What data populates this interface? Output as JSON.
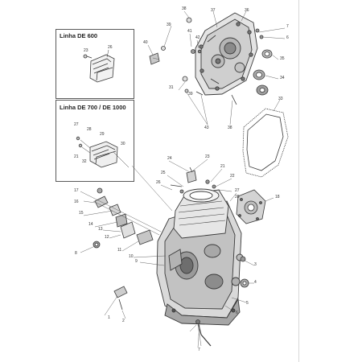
{
  "insets": [
    {
      "title": "Linha DE 600",
      "callouts": [
        "23",
        "26"
      ]
    },
    {
      "title": "Linha DE 700 / DE 1000",
      "callouts": [
        "27",
        "28",
        "29",
        "30",
        "21",
        "32"
      ]
    }
  ],
  "callouts": {
    "top_cover": [
      "38",
      "37",
      "36",
      "39",
      "41",
      "42",
      "40",
      "7",
      "6",
      "35",
      "34",
      "33",
      "31",
      "43",
      "38",
      "39"
    ],
    "engine_block": [
      "24",
      "23",
      "22",
      "21",
      "25",
      "26",
      "27",
      "28",
      "18",
      "17",
      "16",
      "15",
      "14",
      "13",
      "12",
      "11",
      "10",
      "9",
      "8",
      "1",
      "2",
      "3",
      "4",
      "5",
      "6",
      "7"
    ]
  },
  "colors": {
    "line": "#3a3a3a",
    "shade": "#9a9a9a",
    "dark": "#555555",
    "accent": "#222222"
  }
}
